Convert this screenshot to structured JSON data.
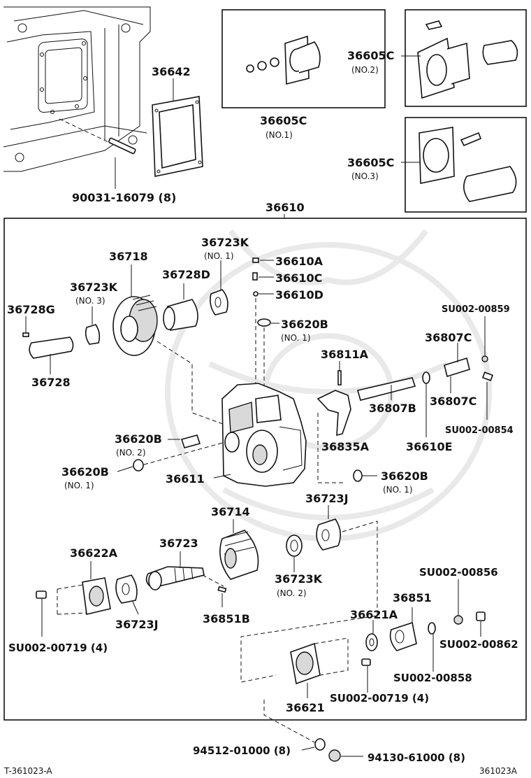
{
  "diagram": {
    "main_assembly": "36610",
    "labels": {
      "p36642": "36642",
      "p90031": "90031-16079 (8)",
      "p36605c_1": "36605C",
      "p36605c_1_sub": "(NO.1)",
      "p36605c_2": "36605C",
      "p36605c_2_sub": "(NO.2)",
      "p36605c_3": "36605C",
      "p36605c_3_sub": "(NO.3)",
      "p36610": "36610",
      "p36723k_1": "36723K",
      "p36723k_1_sub": "(NO. 1)",
      "p36718": "36718",
      "p36728d": "36728D",
      "p36610a": "36610A",
      "p36610c": "36610C",
      "p36610d": "36610D",
      "p36723k_3": "36723K",
      "p36723k_3_sub": "(NO. 3)",
      "p36728g": "36728G",
      "p36728": "36728",
      "p36620b_top": "36620B",
      "p36620b_top_sub": "(NO. 1)",
      "p_su859": "SU002-00859",
      "p36807c_a": "36807C",
      "p36811a": "36811A",
      "p36807b": "36807B",
      "p36807c_b": "36807C",
      "p_su854": "SU002-00854",
      "p36620b_no2": "36620B",
      "p36620b_no2_sub": "(NO. 2)",
      "p36835a": "36835A",
      "p36610e": "36610E",
      "p36620b_left": "36620B",
      "p36620b_left_sub": "(NO. 1)",
      "p36611": "36611",
      "p36620b_right": "36620B",
      "p36620b_right_sub": "(NO. 1)",
      "p36714": "36714",
      "p36723j_top": "36723J",
      "p36723": "36723",
      "p36622a": "36622A",
      "p36723k_2": "36723K",
      "p36723k_2_sub": "(NO. 2)",
      "p36723j_bottom": "36723J",
      "p36851b": "36851B",
      "p_su719_left": "SU002-00719 (4)",
      "p_su856": "SU002-00856",
      "p36851": "36851",
      "p36621a": "36621A",
      "p_su862": "SU002-00862",
      "p_su858": "SU002-00858",
      "p_su719_right": "SU002-00719 (4)",
      "p36621": "36621",
      "p94512": "94512-01000 (8)",
      "p94130": "94130-61000 (8)"
    },
    "footer": {
      "left_code": "T-361023-A",
      "right_code": "361023A"
    }
  }
}
